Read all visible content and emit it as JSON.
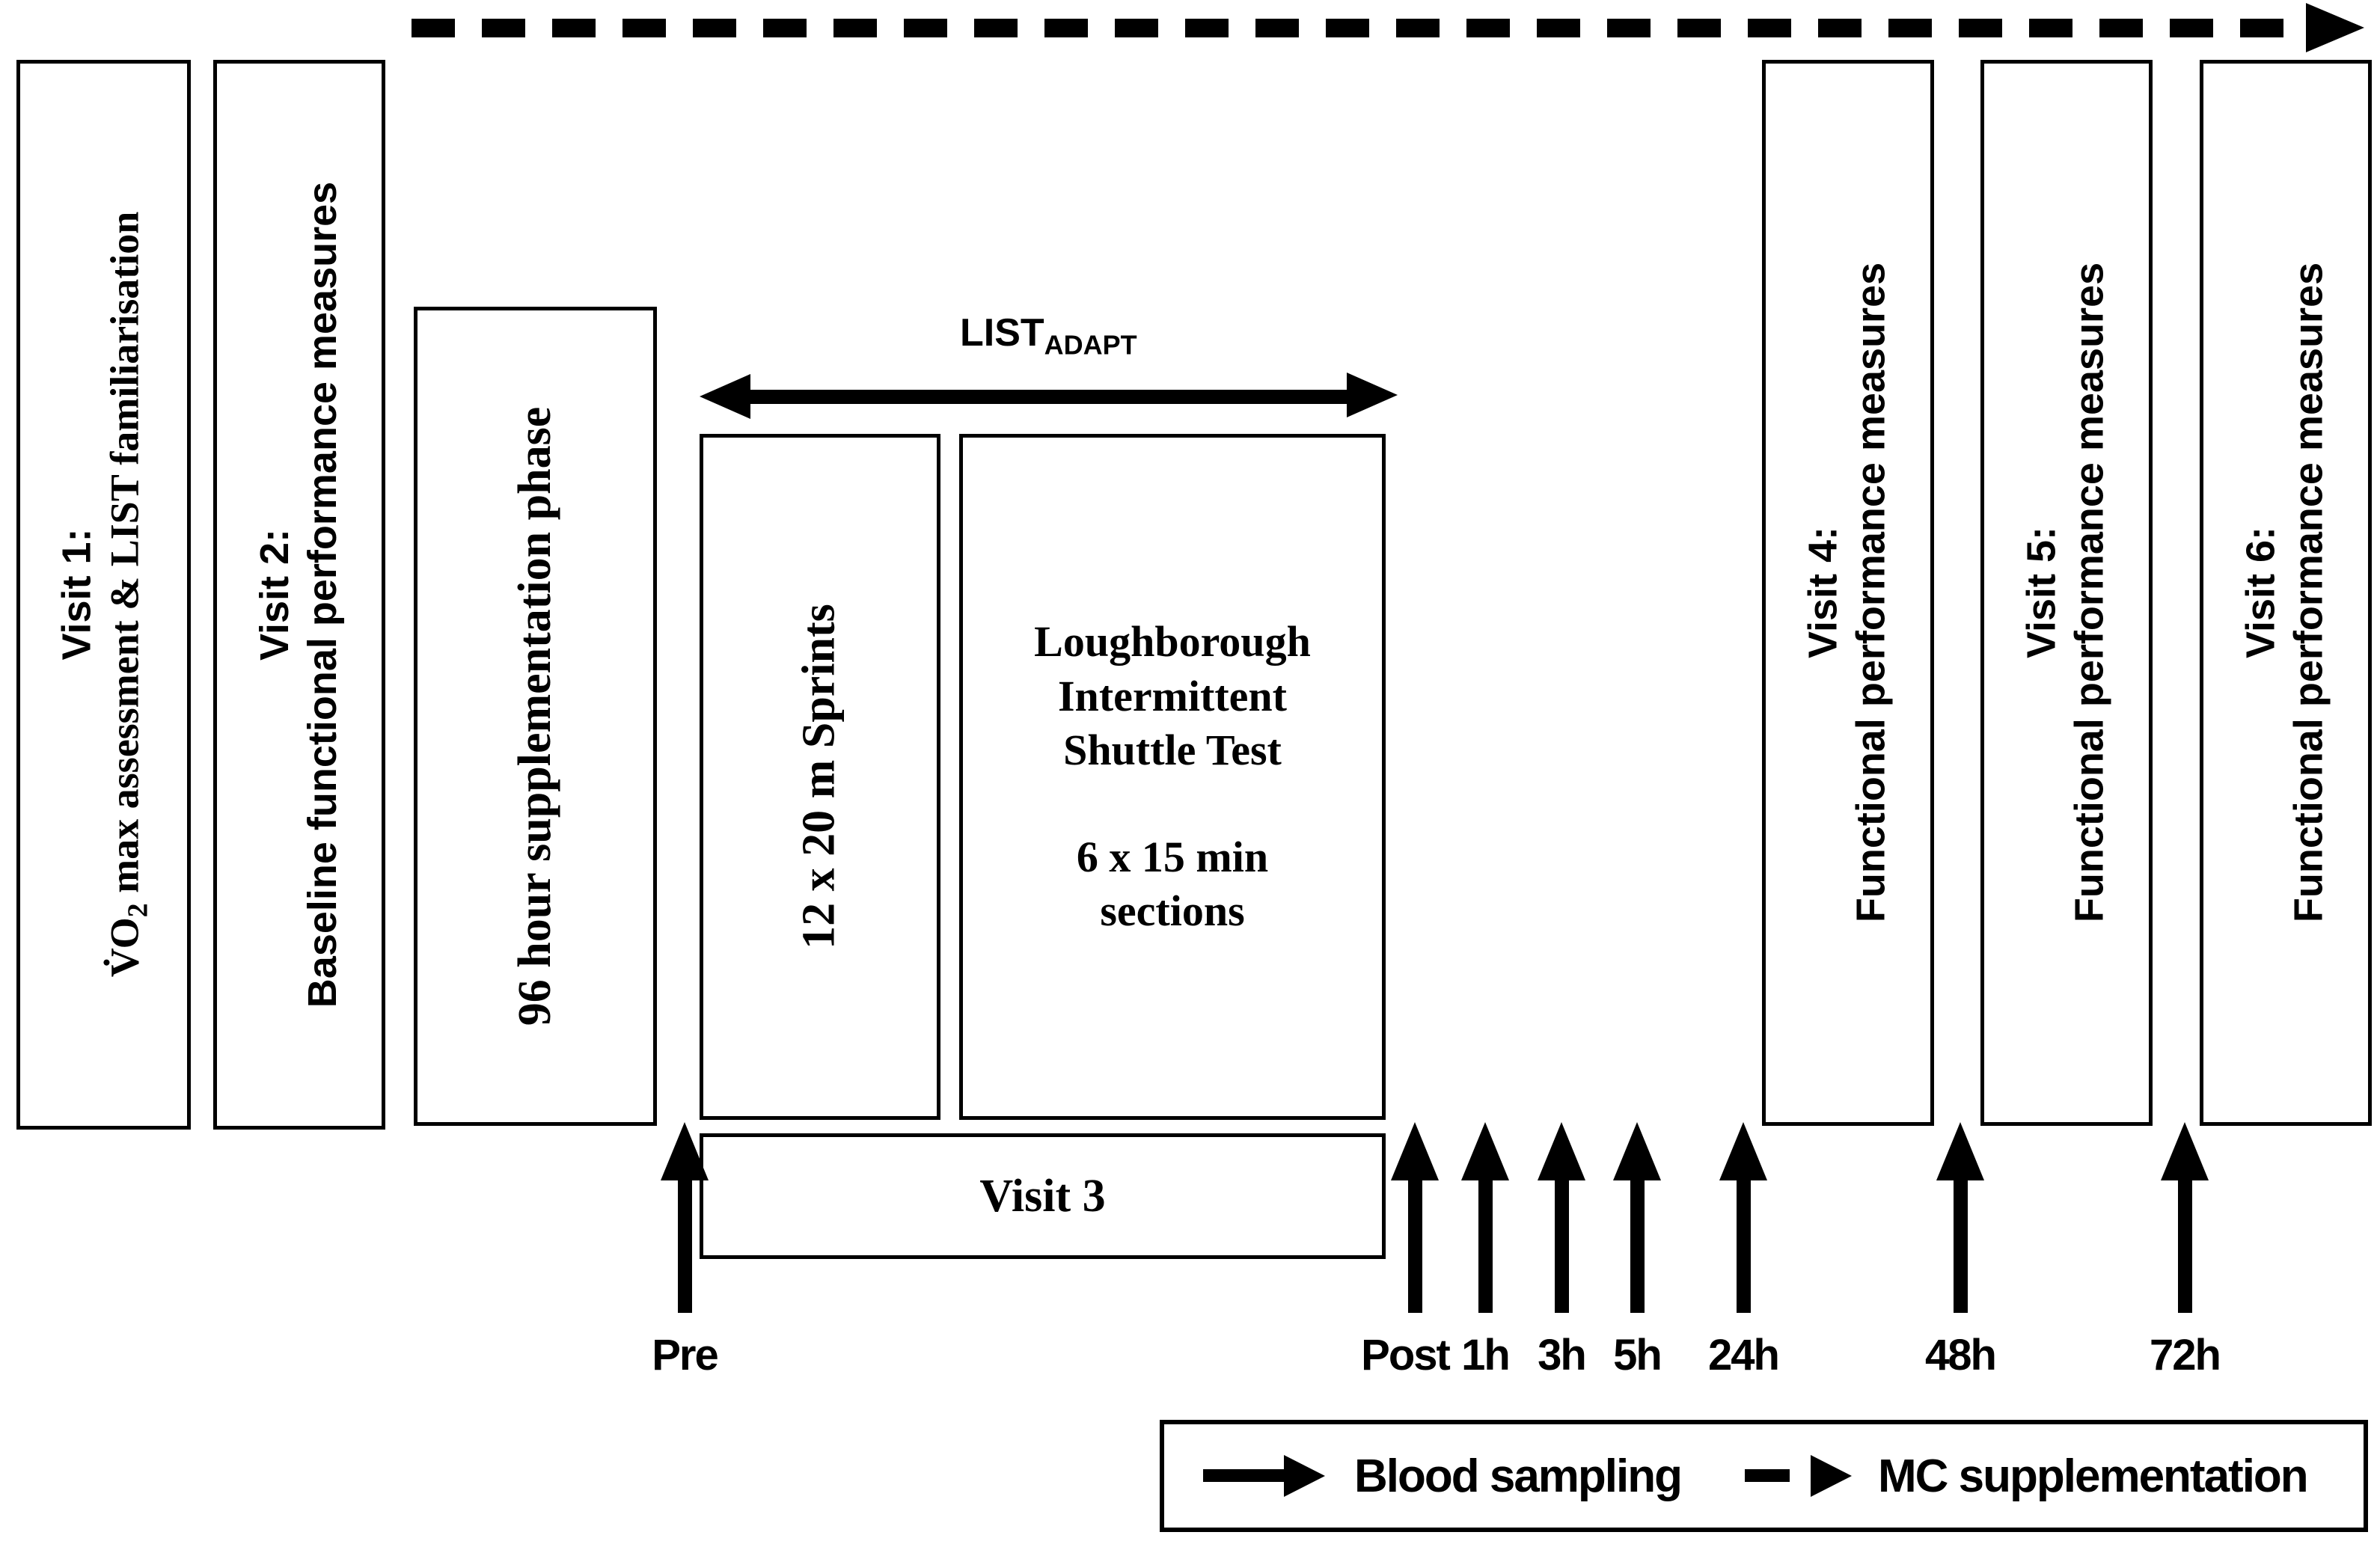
{
  "figure": {
    "background_color": "#ffffff",
    "ink_color": "#000000"
  },
  "boxes": {
    "visit1": {
      "header": "Visit 1:",
      "body_pre": "V̇O",
      "body_sub": "2",
      "body_post": " max assessment & LIST familiarisation"
    },
    "visit2": {
      "header": "Visit 2:",
      "body": "Baseline functional performance measures"
    },
    "supplementation": {
      "label": "96 hour supplementation phase"
    },
    "sprints": {
      "label": "12 x 20 m Sprints"
    },
    "list_test": {
      "title": "Loughborough\nIntermittent\nShuttle Test",
      "detail": "6 x 15 min\nsections"
    },
    "visit3": {
      "label": "Visit 3"
    },
    "visit4": {
      "header": "Visit 4:",
      "body": "Functional performance measures"
    },
    "visit5": {
      "header": "Visit 5:",
      "body": "Functional performance measures"
    },
    "visit6": {
      "header": "Visit 6:",
      "body": "Functional performance measures"
    }
  },
  "list_adapt": {
    "main": "LIST",
    "subscript": "ADAPT"
  },
  "timepoints": [
    "Pre",
    "Post",
    "1h",
    "3h",
    "5h",
    "24h",
    "48h",
    "72h"
  ],
  "legend": {
    "blood_sampling": "Blood sampling",
    "mc_supplementation": "MC supplementation"
  }
}
